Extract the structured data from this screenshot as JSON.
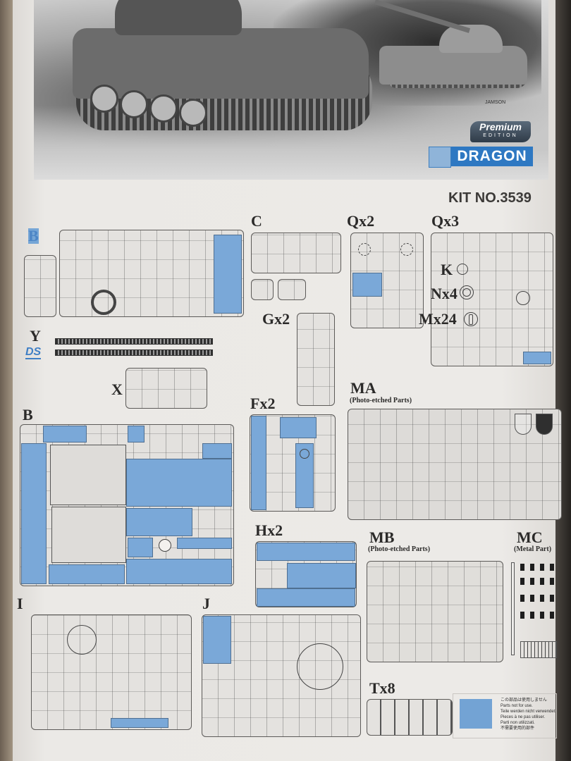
{
  "header": {
    "illustration": "Box-art pencil illustration of an M4 Sherman-type tank in foreground and a T-54/55-type tank behind, with smoke",
    "artist_signature": "JAMSON",
    "badge_top": "Premium",
    "badge_bottom": "EDITION",
    "brand": "DRAGON",
    "kit_number": "KIT NO.3539"
  },
  "sprues": [
    {
      "id": "B",
      "label": "B",
      "label_color": "#4d86c6",
      "position": "top-left"
    },
    {
      "id": "C",
      "label": "C"
    },
    {
      "id": "Q",
      "label": "Qx2"
    },
    {
      "id": "Q3",
      "label": "Qx3"
    },
    {
      "id": "K",
      "label": "K",
      "icon": "circle"
    },
    {
      "id": "N",
      "label": "Nx4",
      "icon": "wheel-spokes"
    },
    {
      "id": "M",
      "label": "Mx24",
      "icon": "track-pin"
    },
    {
      "id": "G",
      "label": "Gx2"
    },
    {
      "id": "Y",
      "label": "Y",
      "logo": "DS"
    },
    {
      "id": "X",
      "label": "X"
    },
    {
      "id": "B2",
      "label": "B",
      "position": "lower-left"
    },
    {
      "id": "F",
      "label": "Fx2"
    },
    {
      "id": "MA",
      "label": "MA",
      "sub": "(Photo-etched Parts)"
    },
    {
      "id": "H",
      "label": "Hx2"
    },
    {
      "id": "MB",
      "label": "MB",
      "sub": "(Photo-etched Parts)"
    },
    {
      "id": "MC",
      "label": "MC",
      "sub": "(Metal Part)"
    },
    {
      "id": "I",
      "label": "I"
    },
    {
      "id": "J",
      "label": "J"
    },
    {
      "id": "T",
      "label": "Tx8"
    }
  ],
  "legend": {
    "swatch_color": "#73a3d4",
    "lines": [
      "この部品は使用しません",
      "Parts not for use.",
      "Teile werden nicht verwendet.",
      "Pieces à ne pas utiliser.",
      "Parti non utilizzati.",
      "不需要使用的部件"
    ]
  },
  "colors": {
    "unused_parts_blue": "#76a6d6",
    "brand_blue": "#2e78c2",
    "paper": "#e9e7e4",
    "ink": "#2b2a29"
  }
}
